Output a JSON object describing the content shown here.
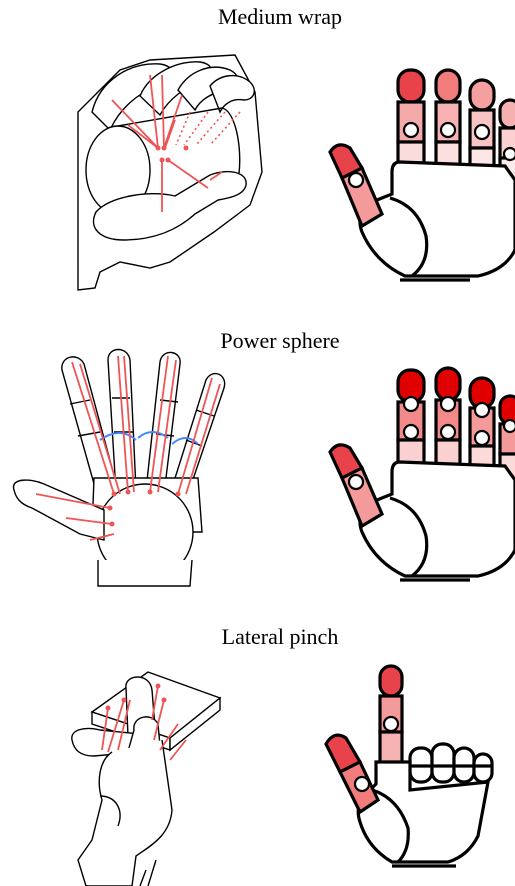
{
  "panels": [
    {
      "title": "Medium wrap",
      "heatmap": {
        "thumb": [
          "#e8424a",
          "#f49a9a"
        ],
        "index": [
          "#e8424a",
          "#f5aaaa",
          "#fbdcdc"
        ],
        "middle": [
          "#f07c7c",
          "#f7b3b3",
          "#fce0e0"
        ],
        "ring": [
          "#f5a0a0",
          "#f8c4c4",
          "#fde6e6"
        ],
        "pinky": [
          "#f7b0b0",
          "#fad0d0",
          "#fdeaea"
        ]
      }
    },
    {
      "title": "Power sphere",
      "heatmap": {
        "thumb": [
          "#e8424a",
          "#f49a9a"
        ],
        "index": [
          "#e00000",
          "#f28a8a",
          "#fbd0d0"
        ],
        "middle": [
          "#e00000",
          "#f28a8a",
          "#fbd0d0"
        ],
        "ring": [
          "#e00000",
          "#f49a9a",
          "#fcdada"
        ],
        "pinky": [
          "#e00000",
          "#f49a9a",
          "#fcdada"
        ]
      }
    },
    {
      "title": "Lateral pinch",
      "heatmap": {
        "thumb": [
          "#e8424a",
          "#f07c7c"
        ],
        "index": [
          "#e8424a",
          "#f49a9a",
          "#f7b3b3"
        ]
      }
    }
  ]
}
